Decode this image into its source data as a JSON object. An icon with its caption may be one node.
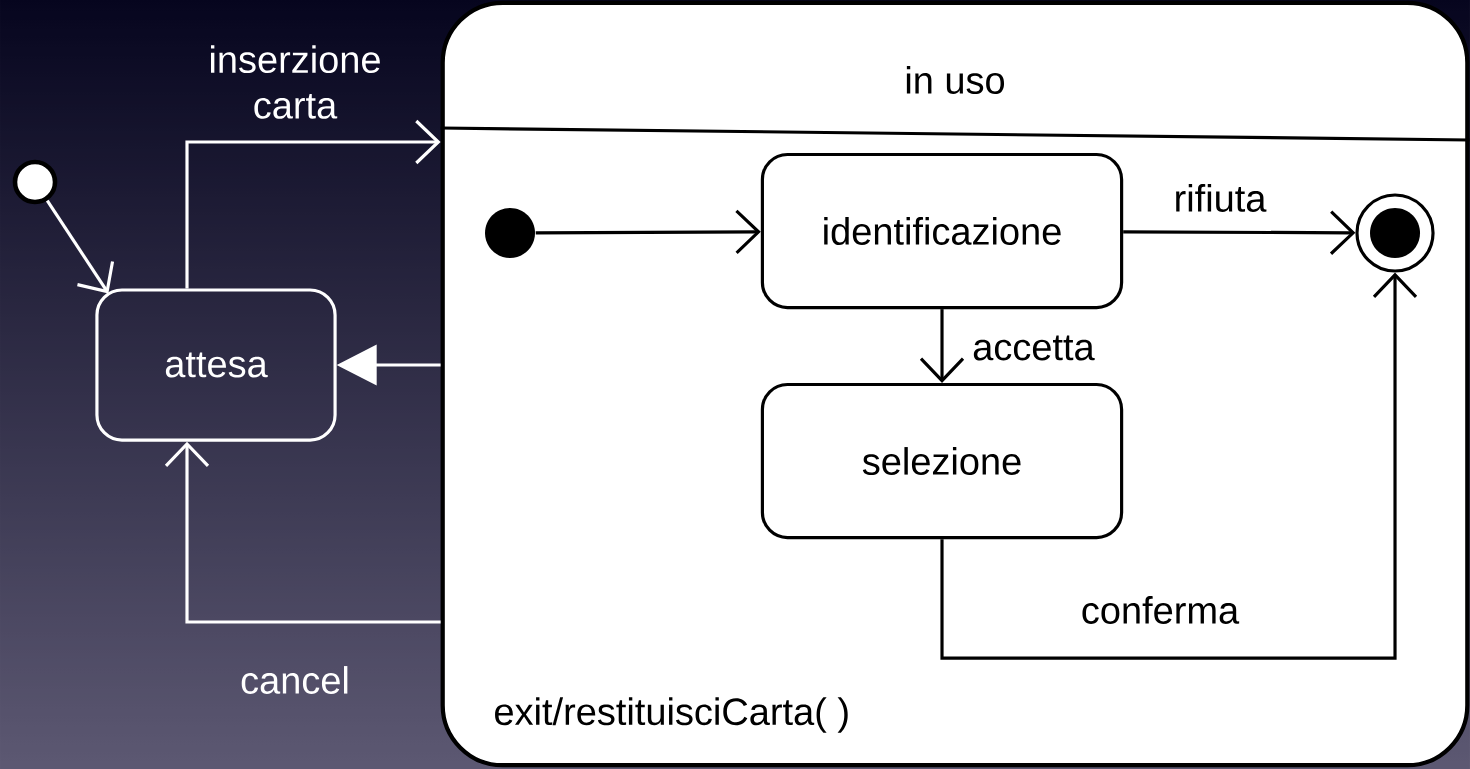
{
  "diagram": {
    "nodes": [
      {
        "text": [],
        "shape": "circle"
      },
      {
        "text": [
          "attesa"
        ]
      },
      {
        "text": [
          "in uso",
          "exit/restituisciCarta( )"
        ]
      },
      {
        "text": [],
        "shape": "circle",
        "in": 2
      },
      {
        "text": [
          "identificazione"
        ],
        "in": 2
      },
      {
        "text": [
          "selezione"
        ],
        "in": 2
      },
      {
        "text": [],
        "shape": "circle",
        "in": 2
      }
    ],
    "edges": [
      {
        "from": 0,
        "to": 1,
        "arrow": "to",
        "color": "#ffffff"
      },
      {
        "from": 1,
        "to": 2,
        "arrow": "to",
        "label": "inserzione carta",
        "color": "#ffffff"
      },
      {
        "from": 2,
        "to": 1,
        "arrow": "to",
        "color": "#ffffff"
      },
      {
        "from": 2,
        "to": 1,
        "arrow": "to",
        "label": "cancel",
        "color": "#ffffff"
      },
      {
        "from": 3,
        "to": 4,
        "arrow": "to",
        "color": "#000000"
      },
      {
        "from": 4,
        "to": 6,
        "arrow": "to",
        "label": "rifiuta",
        "color": "#000000"
      },
      {
        "from": 4,
        "to": 5,
        "arrow": "to",
        "label": "accetta",
        "color": "#000000"
      },
      {
        "from": 5,
        "to": 6,
        "arrow": "to",
        "label": "conferma",
        "color": "#000000"
      }
    ]
  }
}
